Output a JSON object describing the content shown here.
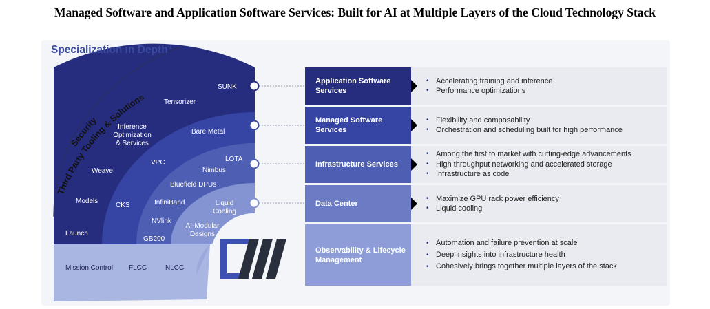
{
  "title": "Managed Software and Application Software Services: Built for AI at Multiple Layers of the Cloud Technology Stack",
  "heading": {
    "text": "Specialization in Depth",
    "superscript": "1"
  },
  "arc_labels": {
    "security": "Security",
    "third_party": "Third Party Tooling & Solutions"
  },
  "colors": {
    "navy": "#262d7e",
    "blue2": "#3645a4",
    "blue3": "#4e5fb3",
    "blue4": "#8494d3",
    "base": "#a9b6e2",
    "arrow": "#000000"
  },
  "layers": [
    {
      "color": "#262d7e",
      "items": [
        "Launch",
        "Models",
        "Weave",
        "Inference Optimization & Services",
        "Tensorizer",
        "SUNK"
      ]
    },
    {
      "color": "#3645a4",
      "items": [
        "CKS",
        "VPC",
        "Bare Metal"
      ]
    },
    {
      "color": "#4e5fb3",
      "items": [
        "GB200",
        "NVlink",
        "InfiniBand",
        "Bluefield DPUs",
        "Nimbus",
        "LOTA"
      ]
    },
    {
      "color": "#8494d3",
      "items": [
        "AI-Modular Designs",
        "Liquid Cooling"
      ]
    },
    {
      "color": "#a9b6e2",
      "items": [
        "Mission Control",
        "FLCC",
        "NLCC"
      ]
    }
  ],
  "logo": {
    "name": "CoreWeave logo",
    "letters": "CW"
  },
  "services": [
    {
      "label": "Application Software Services",
      "color": "#262d7e",
      "bullets": [
        "Accelerating training and inference",
        "Performance optimizations"
      ]
    },
    {
      "label": "Managed Software Services",
      "color": "#3645a4",
      "bullets": [
        "Flexibility and composability",
        "Orchestration and scheduling built for high performance"
      ]
    },
    {
      "label": "Infrastructure Services",
      "color": "#4e5fb3",
      "bullets": [
        "Among the first to market with cutting-edge advancements",
        "High throughput networking and accelerated storage",
        "Infrastructure as code"
      ]
    },
    {
      "label": "Data Center",
      "color": "#6b7cc4",
      "bullets": [
        "Maximize GPU rack power efficiency",
        "Liquid cooling"
      ]
    },
    {
      "label": "Observability & Lifecycle Management",
      "color": "#8e9dd8",
      "bullets": [
        "Automation and failure prevention at scale",
        "Deep insights into infrastructure health",
        "Cohesively brings together multiple layers of the stack"
      ]
    }
  ]
}
